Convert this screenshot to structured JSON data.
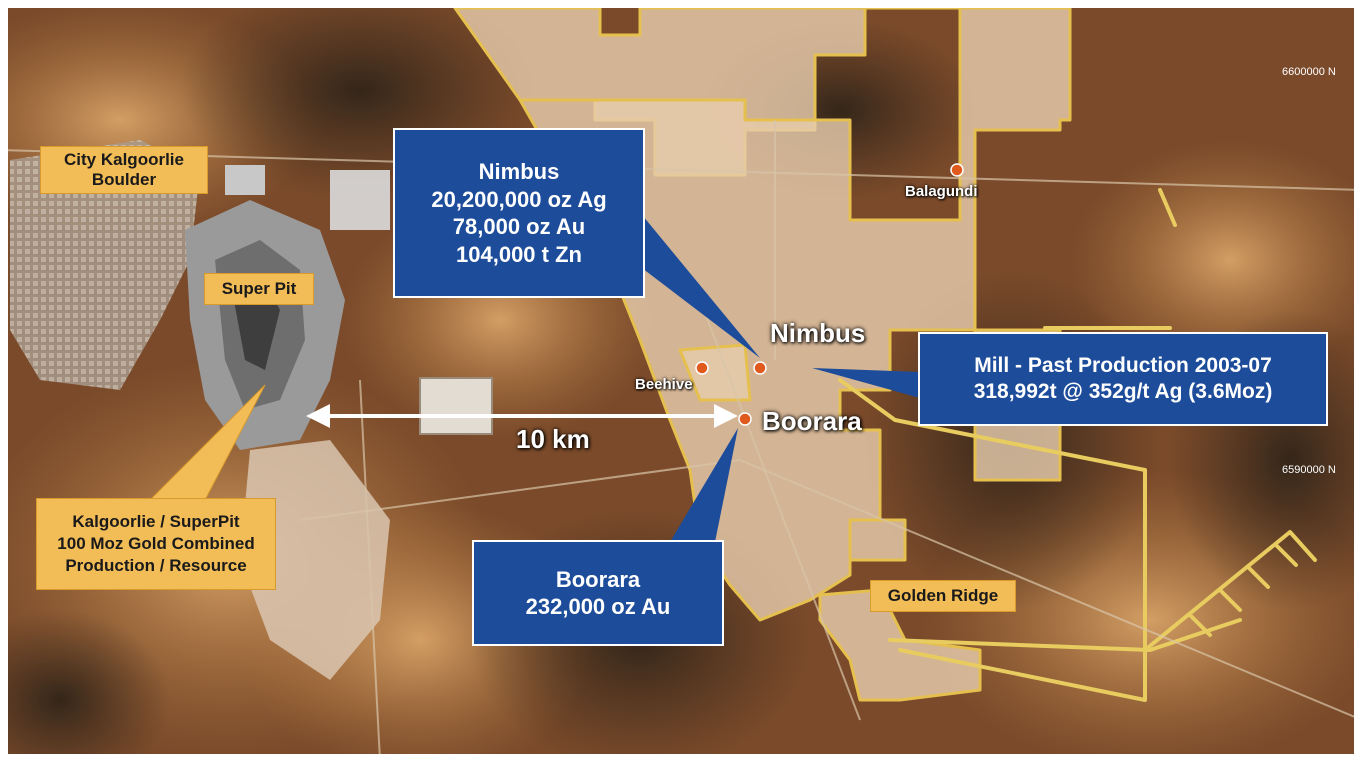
{
  "map": {
    "title": "",
    "colors": {
      "tenement_fill": "#e6ccac",
      "tenement_border": "#e5c04f",
      "callout_blue": "#1d4c9a",
      "callout_yellow": "#f2bc56",
      "deposit_dot": "#e05a1e",
      "ground_light": "#b88450",
      "ground_dark": "#5a3420"
    },
    "coordinates": {
      "north_top": "6600000 N",
      "north_mid": "6590000 N"
    },
    "places": {
      "kalgoorlie_line1": "City Kalgoorlie",
      "kalgoorlie_line2": "Boulder",
      "super_pit": "Super Pit",
      "golden_ridge": "Golden Ridge",
      "nimbus": "Nimbus",
      "boorara": "Boorara",
      "beehive": "Beehive",
      "balagundi": "Balagundi"
    },
    "scale": {
      "label": "10 km"
    },
    "callouts": {
      "superpit": {
        "line1": "Kalgoorlie / SuperPit",
        "line2": "100 Moz Gold Combined",
        "line3": "Production / Resource"
      },
      "nimbus": {
        "line1": "Nimbus",
        "line2": "20,200,000 oz Ag",
        "line3": "78,000 oz Au",
        "line4": "104,000 t Zn"
      },
      "mill": {
        "line1": "Mill - Past Production 2003-07",
        "line2": "318,992t @ 352g/t Ag (3.6Moz)"
      },
      "boorara": {
        "line1": "Boorara",
        "line2": "232,000 oz Au"
      }
    }
  }
}
